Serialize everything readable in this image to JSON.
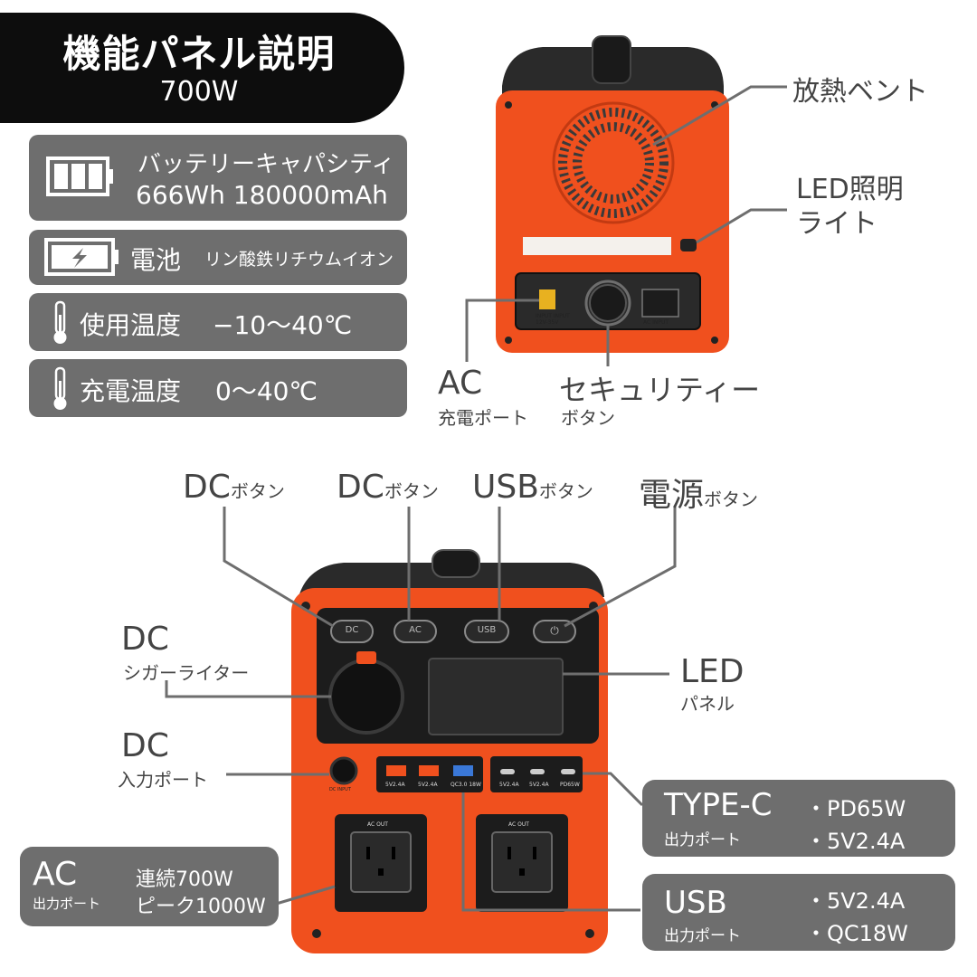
{
  "header": {
    "title": "機能パネル説明",
    "subtitle": "700W"
  },
  "specs": [
    {
      "icon": "battery-icon",
      "line1": "バッテリーキャパシティ",
      "line2": "666Wh 180000mAh"
    },
    {
      "icon": "battery-charge-icon",
      "label": "電池",
      "value": "リン酸鉄リチウムイオン"
    },
    {
      "icon": "thermometer-icon",
      "label": "使用温度",
      "value": "−10〜40℃"
    },
    {
      "icon": "thermometer-icon",
      "label": "充電温度",
      "value": "0〜40℃"
    }
  ],
  "back_callouts": {
    "vent": "放熱ベント",
    "led_line1": "LED照明",
    "led_line2": "ライト",
    "ac_main": "AC",
    "ac_sub": "充電ポート",
    "sec_main": "セキュリティー",
    "sec_sub": "ボタン"
  },
  "back_panel_text": {
    "dc_input": "INPUT INPUT\n12V-35V",
    "ac_input": "AC INPUT"
  },
  "top_buttons": [
    {
      "main": "DC",
      "sub": "ボタン"
    },
    {
      "main": "DC",
      "sub": "ボタン"
    },
    {
      "main": "USB",
      "sub": "ボタン"
    },
    {
      "main": "電源",
      "sub": "ボタン"
    }
  ],
  "device_buttons": [
    "DC",
    "AC",
    "USB",
    "⏻"
  ],
  "front_callouts": {
    "cig_main": "DC",
    "cig_sub": "シガーライター",
    "dcin_main": "DC",
    "dcin_sub": "入力ポート",
    "led_main": "LED",
    "led_sub": "パネル"
  },
  "port_labels": {
    "usb": [
      "5V2.4A",
      "5V2.4A",
      "QC3.0 18W"
    ],
    "typec": [
      "5V2.4A",
      "5V2.4A",
      "PD65W"
    ],
    "ac_out": "AC OUT",
    "dc_out": "DC INPUT"
  },
  "typec_box": {
    "main": "TYPE-C",
    "sub": "出力ポート",
    "spec1": "・PD65W",
    "spec2": "・5V2.4A"
  },
  "usb_box": {
    "main": "USB",
    "sub": "出力ポート",
    "spec1": "・5V2.4A",
    "spec2": "・QC18W"
  },
  "ac_box": {
    "main": "AC",
    "sub": "出力ポート",
    "spec1": "連続700W",
    "spec2": "ピーク1000W"
  },
  "colors": {
    "orange": "#f0501e",
    "dark": "#1c1c1c",
    "gray": "#6e6e6e"
  }
}
